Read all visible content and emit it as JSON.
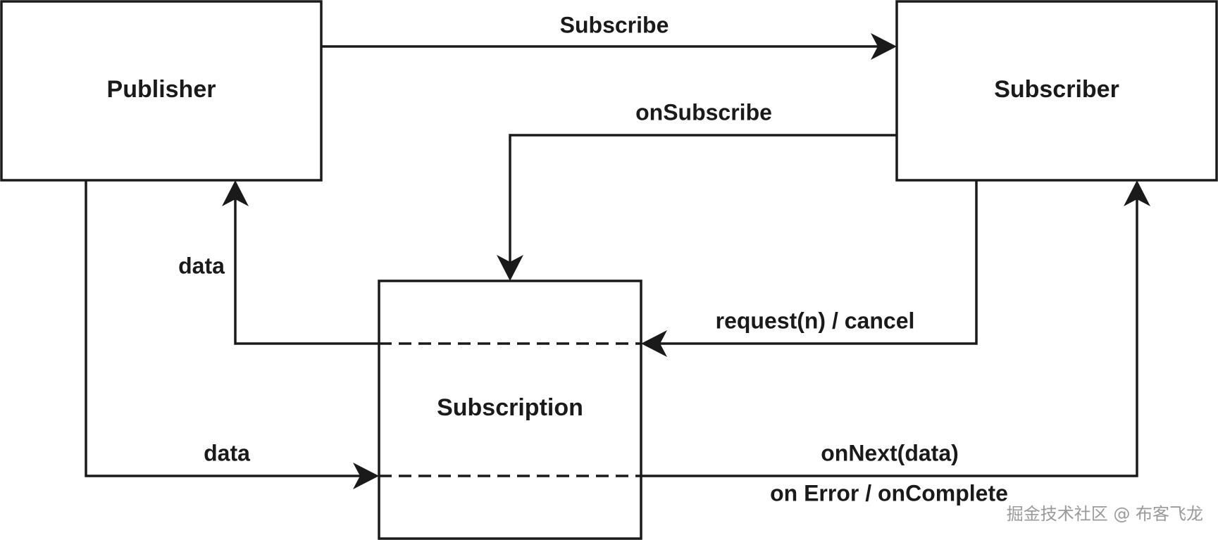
{
  "nodes": {
    "publisher": "Publisher",
    "subscriber": "Subscriber",
    "subscription": "Subscription"
  },
  "edges": {
    "subscribe": "Subscribe",
    "on_subscribe": "onSubscribe",
    "data_to_publisher": "data",
    "request_cancel": "request(n) / cancel",
    "data_to_subscription": "data",
    "on_next": "onNext(data)",
    "on_error_complete": "on Error / onComplete"
  },
  "watermark": "掘金技术社区 @ 布客飞龙",
  "colors": {
    "stroke": "#1a1a1a",
    "background": "#ffffff",
    "watermark": "#9a9a9a"
  }
}
